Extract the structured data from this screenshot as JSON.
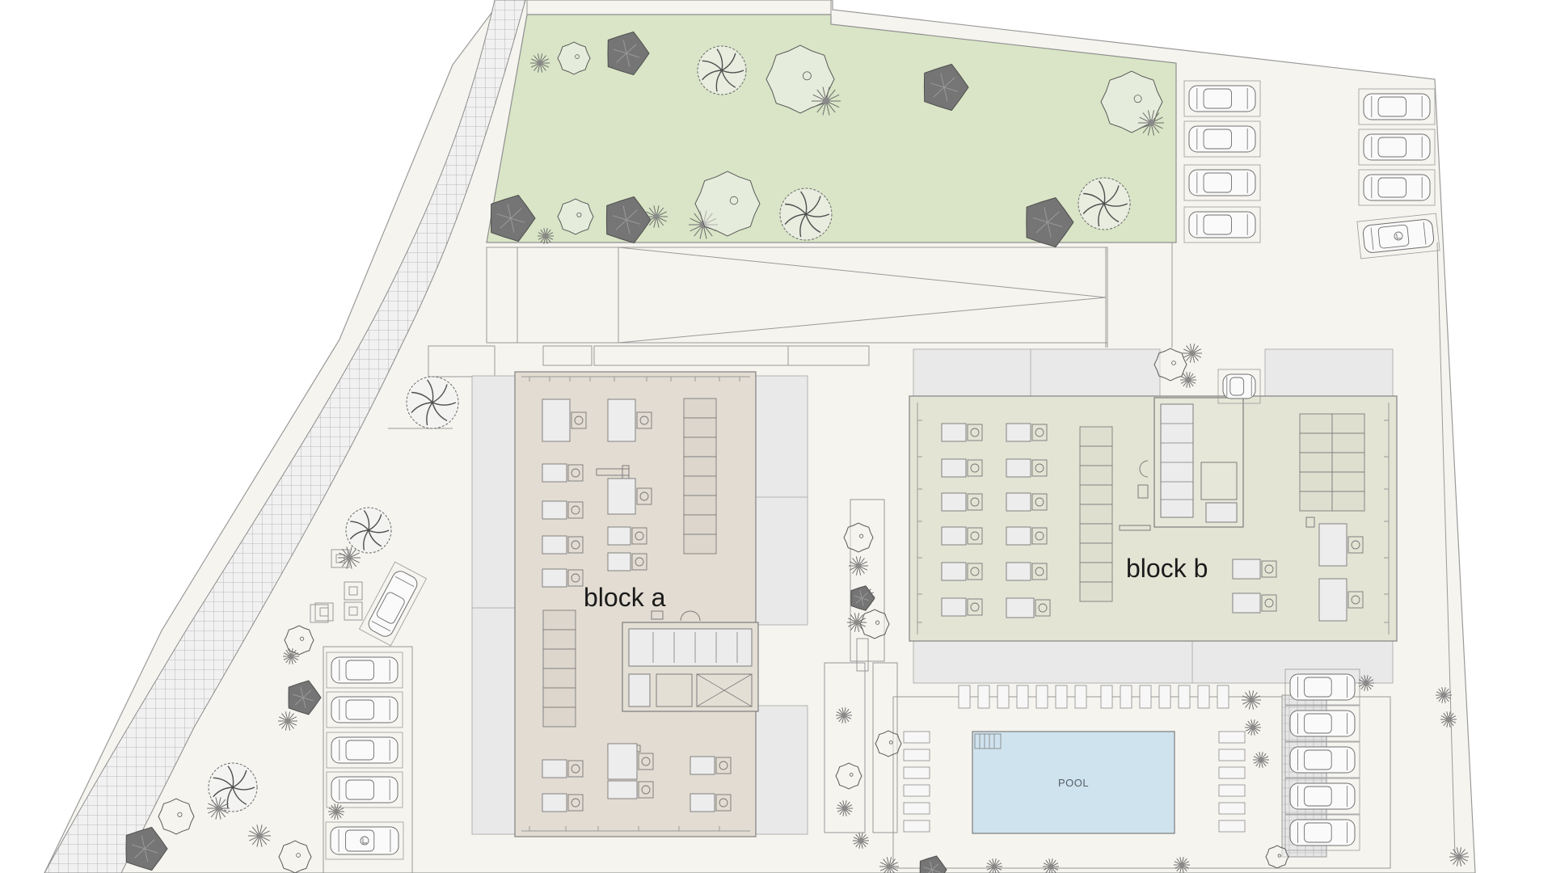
{
  "labels": {
    "block_a": "block a",
    "block_b": "block b",
    "pool": "POOL"
  },
  "icons": {
    "tree": "tree-icon",
    "car": "car-icon",
    "desk": "desk-icon",
    "lounger": "sun-lounger-icon"
  },
  "colors": {
    "background": "#f6f4ef",
    "lawn": "#d9e5c6",
    "block_a_fill": "#e2dcd2",
    "block_b_fill": "#e3e4d4",
    "pool_water": "#cfe3ee",
    "terrace": "#e8e8e8",
    "line": "#8f8f8f",
    "tree_dark": "#6e6e6e"
  }
}
